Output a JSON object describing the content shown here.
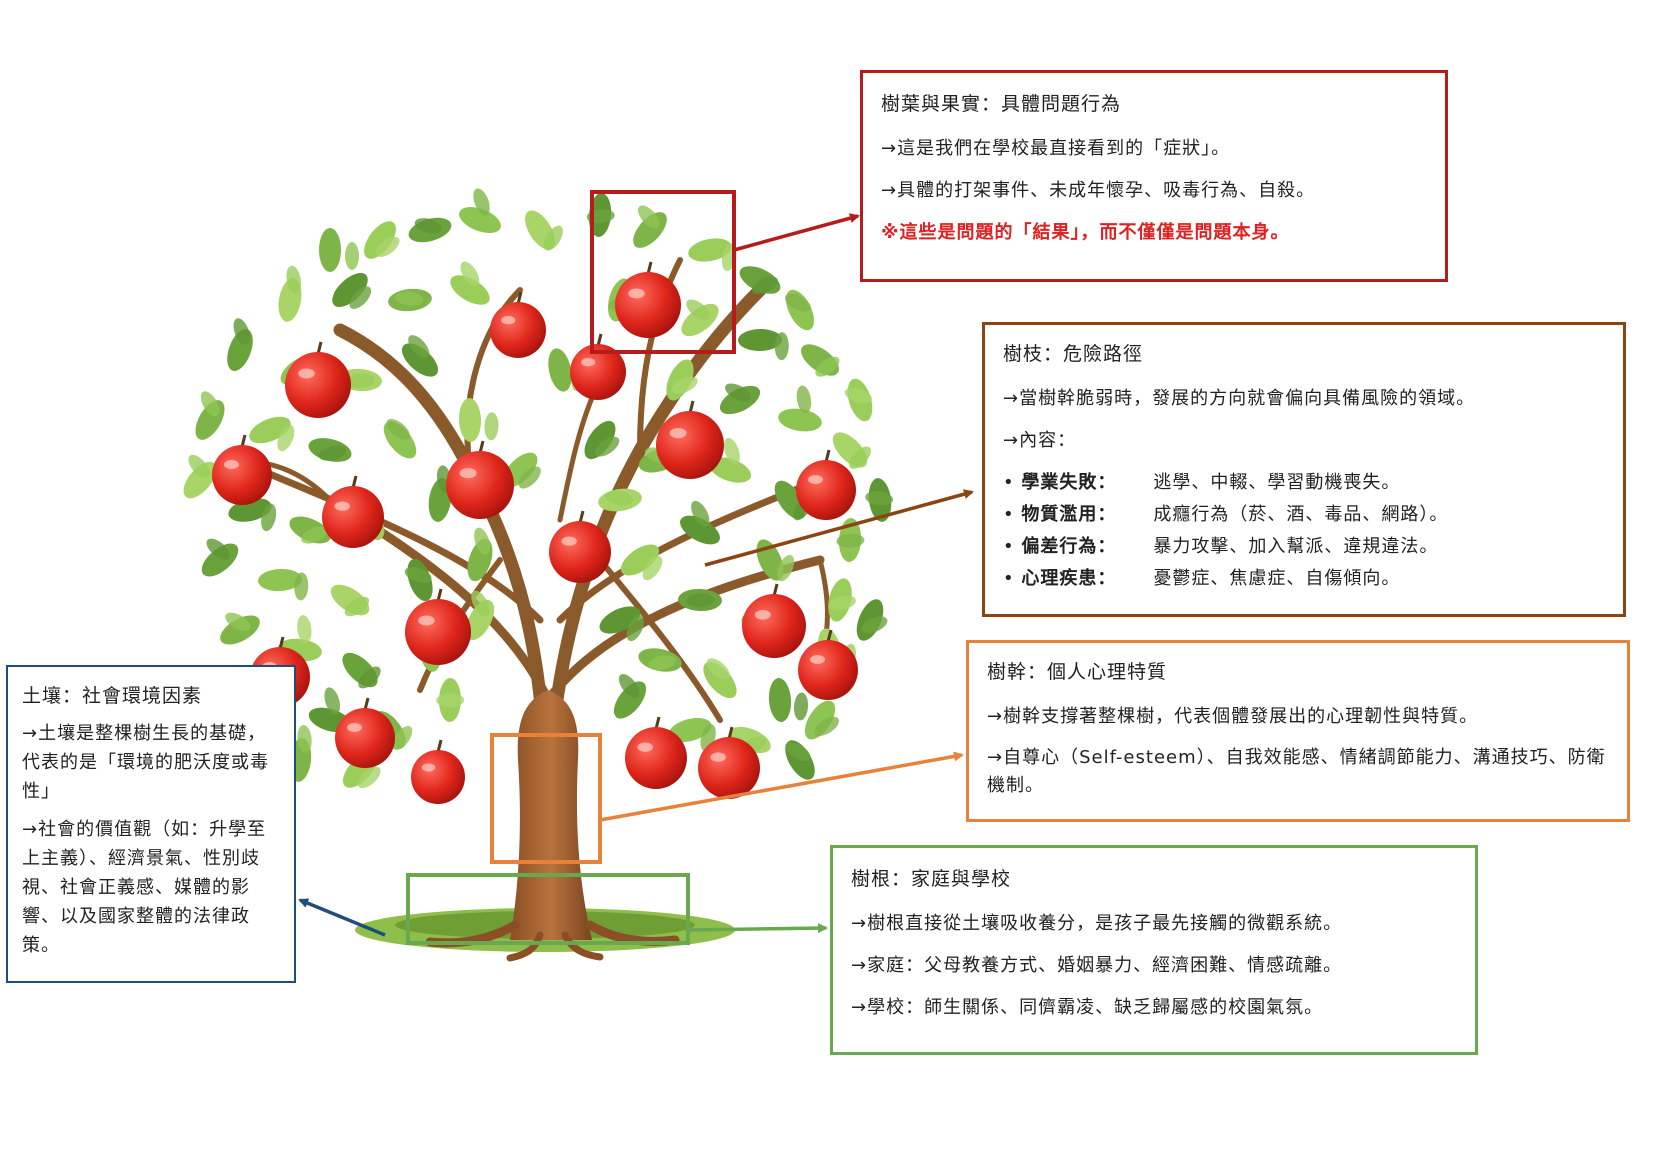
{
  "colors": {
    "fruit": "#b71c1c",
    "branch": "#8b4513",
    "trunk": "#e8823a",
    "roots": "#6aa84f",
    "soil": "#1f4e79",
    "note_red": "#e02020"
  },
  "fruit_box": {
    "title": "樹葉與果實：具體問題行為",
    "line1": "→這是我們在學校最直接看到的「症狀」。",
    "line2": "→具體的打架事件、未成年懷孕、吸毒行為、自殺。",
    "note": "※這些是問題的「結果」，而不僅僅是問題本身。"
  },
  "branch_box": {
    "title": "樹枝：危險路徑",
    "line1": "→當樹幹脆弱時，發展的方向就會偏向具備風險的領域。",
    "line2": "→內容：",
    "items": [
      {
        "label": "學業失敗：",
        "text": "逃學、中輟、學習動機喪失。"
      },
      {
        "label": "物質濫用：",
        "text": "成癮行為（菸、酒、毒品、網路）。"
      },
      {
        "label": "偏差行為：",
        "text": "暴力攻擊、加入幫派、違規違法。"
      },
      {
        "label": "心理疾患：",
        "text": "憂鬱症、焦慮症、自傷傾向。"
      }
    ]
  },
  "trunk_box": {
    "title": "樹幹：個人心理特質",
    "line1": "→樹幹支撐著整棵樹，代表個體發展出的心理韌性與特質。",
    "line2": "→自尊心（Self-esteem）、自我效能感、情緒調節能力、溝通技巧、防衛機制。"
  },
  "roots_box": {
    "title": "樹根：家庭與學校",
    "line1": "→樹根直接從土壤吸收養分，是孩子最先接觸的微觀系統。",
    "line2": "→家庭：父母教養方式、婚姻暴力、經濟困難、情感疏離。",
    "line3": "→學校：師生關係、同儕霸凌、缺乏歸屬感的校園氣氛。"
  },
  "soil_box": {
    "title": "土壤：社會環境因素",
    "line1": "→土壤是整棵樹生長的基礎，代表的是「環境的肥沃度或毒性」",
    "line2": "→社會的價值觀（如：升學至上主義）、經濟景氣、性別歧視、社會正義感、媒體的影響、以及國家整體的法律政策。"
  }
}
